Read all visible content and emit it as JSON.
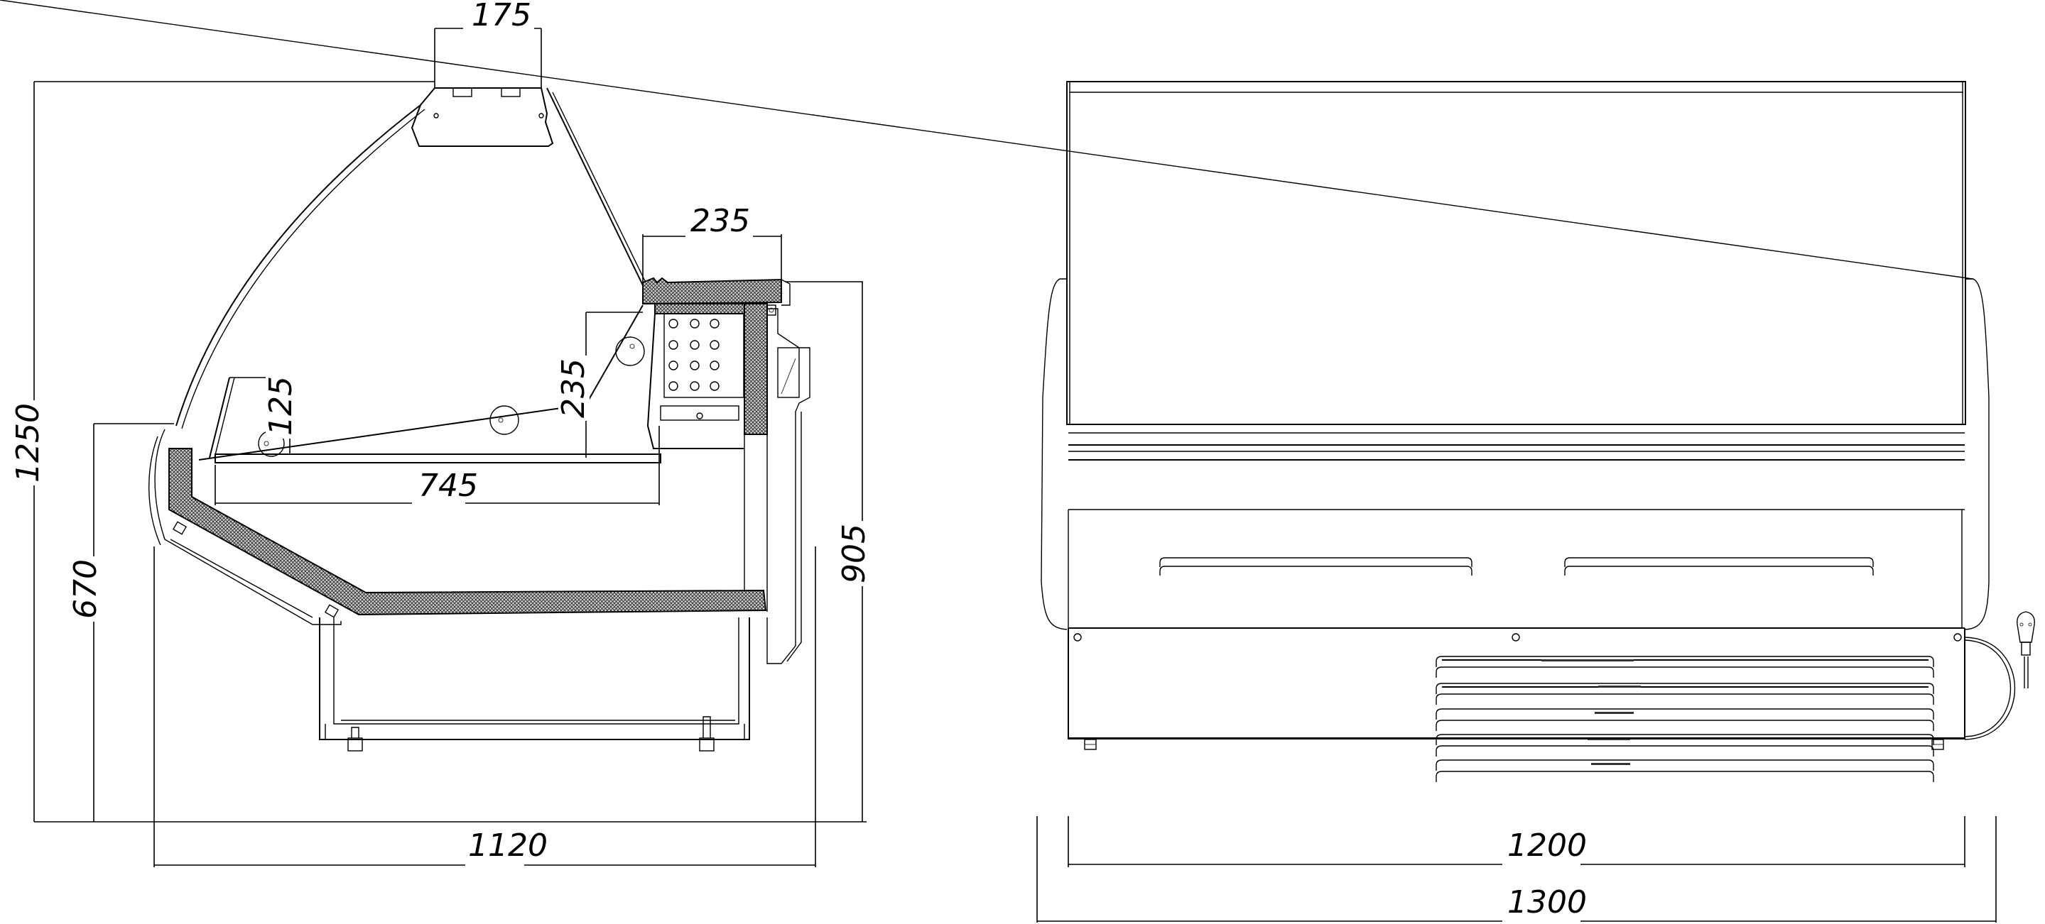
{
  "drawing": {
    "subject": "Refrigerated display counter",
    "units": "mm",
    "colors": {
      "line": "#000000",
      "background": "#ffffff",
      "insulation_hatch": "#000000"
    }
  },
  "side_view": {
    "dimensions": {
      "top_canopy_width": "175",
      "top_shelf_depth": "235",
      "rear_shelf_height": "235",
      "front_shelf_height": "125",
      "display_shelf_depth": "745",
      "overall_height": "1250",
      "front_counter_height": "670",
      "rear_counter_height": "905",
      "overall_depth": "1120"
    }
  },
  "front_view": {
    "dimensions": {
      "body_width": "1200",
      "overall_width": "1300"
    },
    "upper_vents": 2,
    "lower_grille_slots": 5,
    "power_plug": "schuko-plug"
  }
}
